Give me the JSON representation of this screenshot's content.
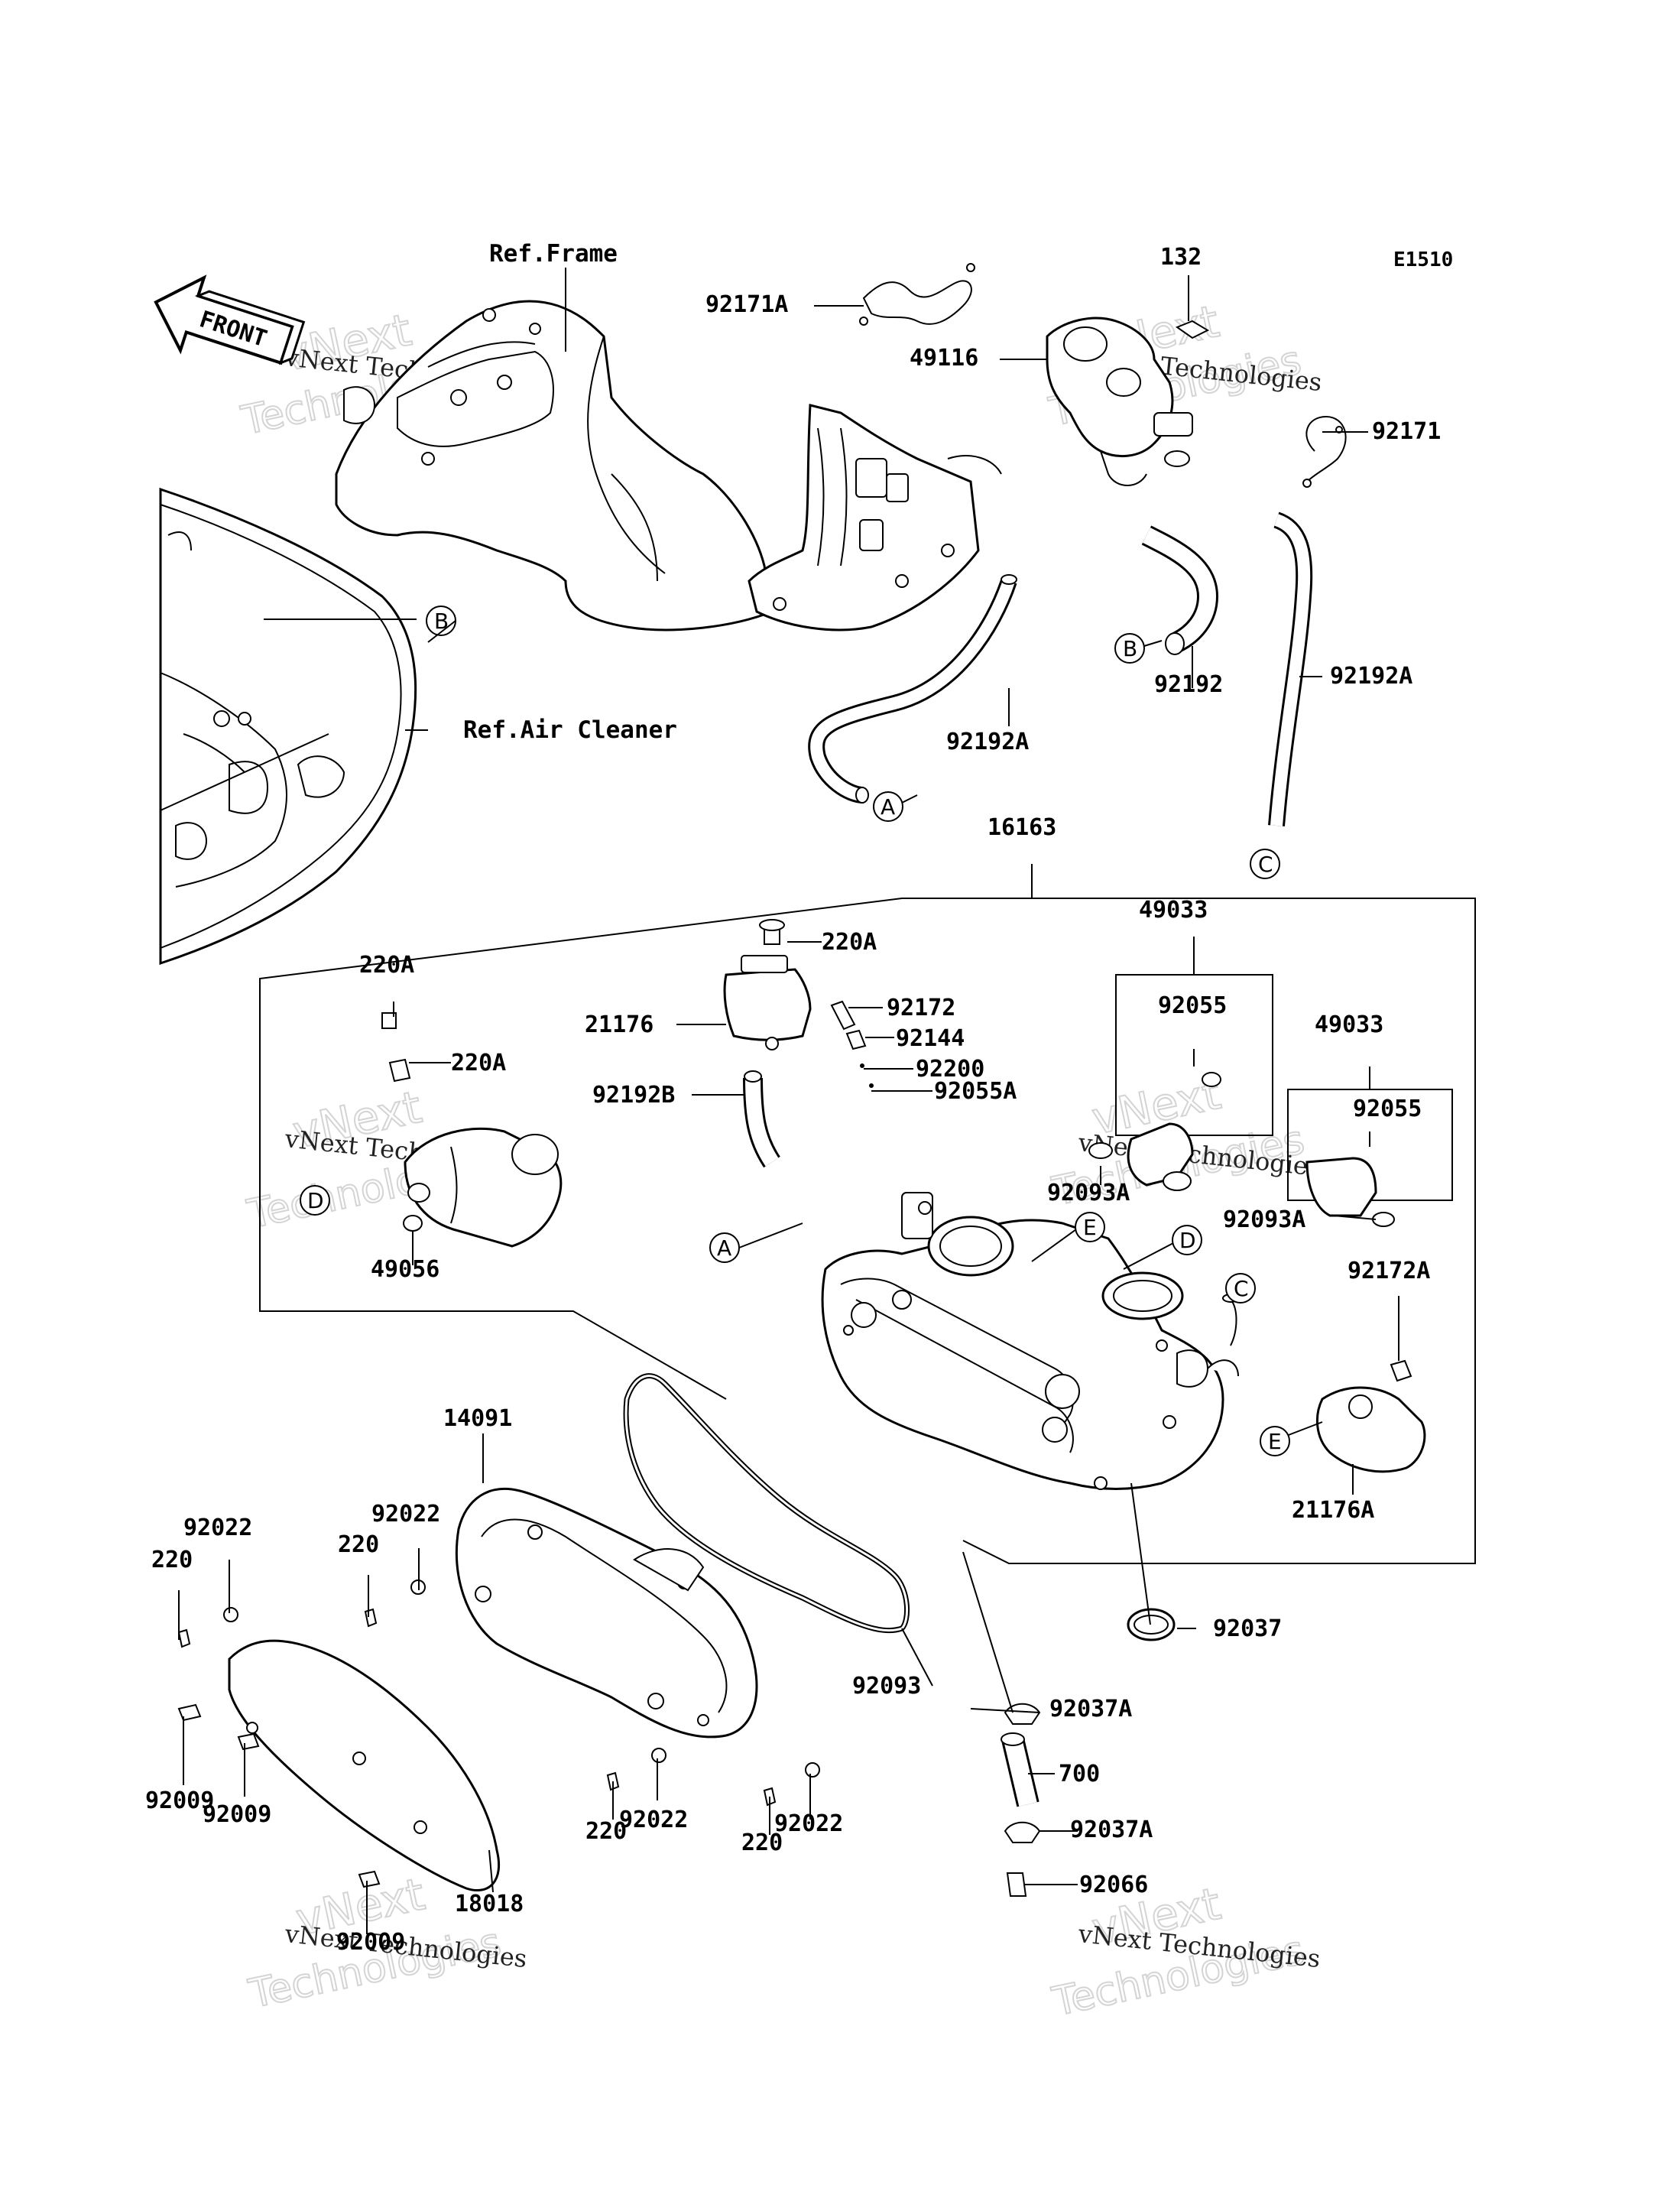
{
  "diagram_code": "E1510",
  "front_arrow": "FRONT",
  "references": {
    "frame": "Ref.Frame",
    "air_cleaner": "Ref.Air Cleaner"
  },
  "watermark": {
    "line1": "vNext Technologies",
    "line2": "vNext",
    "line3": "Technologies"
  },
  "circle_letters": {
    "a": "A",
    "b": "B",
    "c": "C",
    "d": "D",
    "e": "E"
  },
  "part_labels": {
    "p92171A": "92171A",
    "p132": "132",
    "p49116": "49116",
    "p92171": "92171",
    "p92192": "92192",
    "p92192A_1": "92192A",
    "p92192A_2": "92192A",
    "p16163": "16163",
    "p49033_1": "49033",
    "p92055_1": "92055",
    "p49033_2": "49033",
    "p92055_2": "92055",
    "p220A_1": "220A",
    "p220A_2": "220A",
    "p220A_3": "220A",
    "p21176": "21176",
    "p92172": "92172",
    "p92144": "92144",
    "p92200": "92200",
    "p92192B": "92192B",
    "p92055A": "92055A",
    "p92093A_1": "92093A",
    "p92093A_2": "92093A",
    "p49056": "49056",
    "p92172A": "92172A",
    "p21176A": "21176A",
    "p14091": "14091",
    "p92022_1": "92022",
    "p92022_2": "92022",
    "p92022_3": "92022",
    "p92022_4": "92022",
    "p220_1": "220",
    "p220_2": "220",
    "p220_3": "220",
    "p220_4": "220",
    "p92093": "92093",
    "p92037": "92037",
    "p92037A_1": "92037A",
    "p92037A_2": "92037A",
    "p700": "700",
    "p92066": "92066",
    "p92009_1": "92009",
    "p92009_2": "92009",
    "p92009_3": "92009",
    "p18018": "18018"
  }
}
